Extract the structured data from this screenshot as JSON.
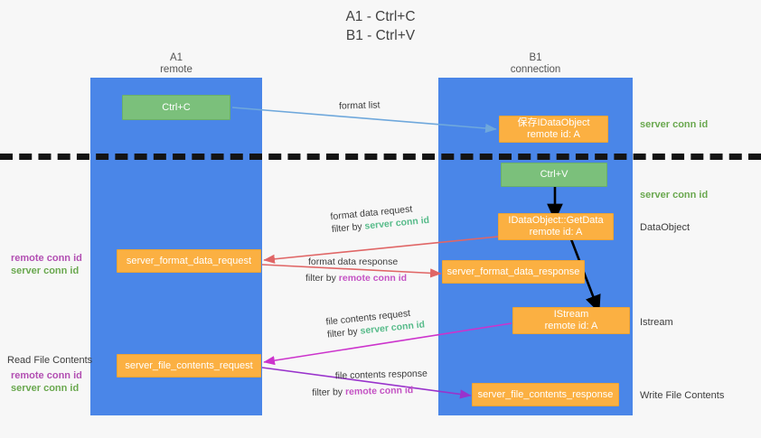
{
  "title": {
    "line1": "A1 - Ctrl+C",
    "line2": "B1 - Ctrl+V"
  },
  "lanes": [
    {
      "id": "a1",
      "name": "A1",
      "sub": "remote"
    },
    {
      "id": "b1",
      "name": "B1",
      "sub": "connection"
    }
  ],
  "nodes": [
    {
      "id": "ctrl-c",
      "label": "Ctrl+C",
      "label2": "",
      "kind": "green"
    },
    {
      "id": "save-idataobject",
      "label": "保存IDataObject",
      "label2": "remote id: A",
      "kind": "orange"
    },
    {
      "id": "ctrl-v",
      "label": "Ctrl+V",
      "label2": "",
      "kind": "green"
    },
    {
      "id": "idataobject-getdata",
      "label": "IDataObject::GetData",
      "label2": "remote id: A",
      "kind": "orange"
    },
    {
      "id": "server-format-data-request",
      "label": "server_format_data_request",
      "label2": "",
      "kind": "orange"
    },
    {
      "id": "server-format-data-response",
      "label": "server_format_data_response",
      "label2": "",
      "kind": "orange"
    },
    {
      "id": "istream",
      "label": "IStream",
      "label2": "remote id: A",
      "kind": "orange"
    },
    {
      "id": "server-file-contents-request",
      "label": "server_file_contents_request",
      "label2": "",
      "kind": "orange"
    },
    {
      "id": "server-file-contents-response",
      "label": "server_file_contents_response",
      "label2": "",
      "kind": "orange"
    }
  ],
  "edge_labels": {
    "format_list": "format list",
    "format_data_request": "format data request",
    "format_data_response": "format data response",
    "file_contents_request": "file contents request",
    "file_contents_response": "file contents response",
    "filter_by": "filter by",
    "server_conn_id": "server conn id",
    "remote_conn_id": "remote conn id"
  },
  "side_labels": {
    "server_conn_id": "server conn id",
    "remote_conn_id": "remote conn id",
    "data_object": "DataObject",
    "istream": "Istream",
    "write_file_contents": "Write File Contents",
    "read_file_contents": "Read File Contents"
  },
  "colors": {
    "lane": "#4a86e8",
    "green_node": "#7bc07b",
    "orange_node": "#fbb042",
    "server_conn_id": "#6aa84f",
    "remote_conn_id": "#b24fb2",
    "arrow_blue": "#6fa8dc",
    "arrow_red": "#e06666",
    "arrow_magenta": "#cc33cc",
    "arrow_purple": "#9933cc",
    "arrow_black": "#000000",
    "separator": "#141414",
    "background": "#f7f7f7"
  }
}
